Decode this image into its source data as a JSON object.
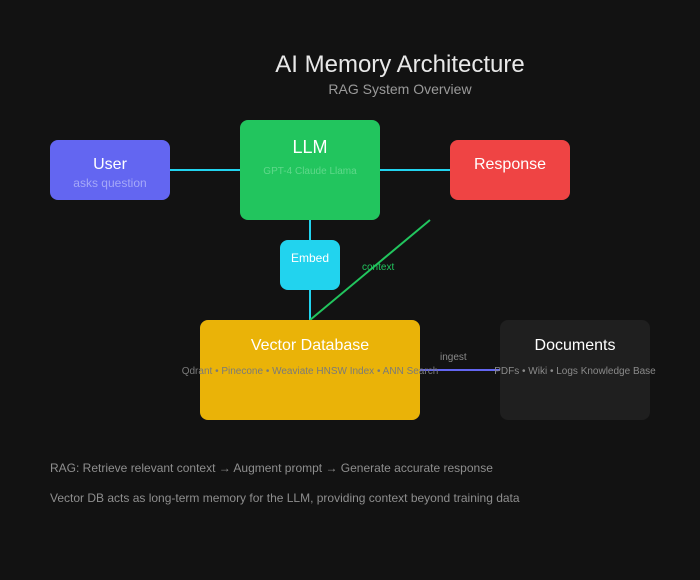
{
  "diagram": {
    "title": "AI Memory Architecture",
    "subtitle": "RAG System Overview",
    "nodes": {
      "user": {
        "label": "User",
        "sublabel": "asks question",
        "color": "#6366f1"
      },
      "llm": {
        "label": "LLM",
        "sublabel": "GPT-4 Claude Llama",
        "color": "#22c55e"
      },
      "response": {
        "label": "Response",
        "color": "#ef4444"
      },
      "embed": {
        "label": "Embed",
        "color": "#22d3ee"
      },
      "vector_db": {
        "label": "Vector Database",
        "sublabel": "Qdrant • Pinecone • Weaviate HNSW Index • ANN Search",
        "color": "#eab308"
      },
      "documents": {
        "label": "Documents",
        "sublabel": "PDFs • Wiki • Logs Knowledge Base",
        "color": "#1f1f1f"
      }
    },
    "edge_labels": {
      "context": "context",
      "ingest": "ingest"
    },
    "notes": [
      "RAG: Retrieve relevant context → Augment prompt → Generate accurate response",
      "Vector DB acts as long-term memory for the LLM, providing context beyond training data"
    ],
    "colors": {
      "background": "#121212",
      "edge_main": "#22d3ee",
      "edge_context": "#22c55e",
      "edge_ingest": "#6366f1"
    }
  }
}
